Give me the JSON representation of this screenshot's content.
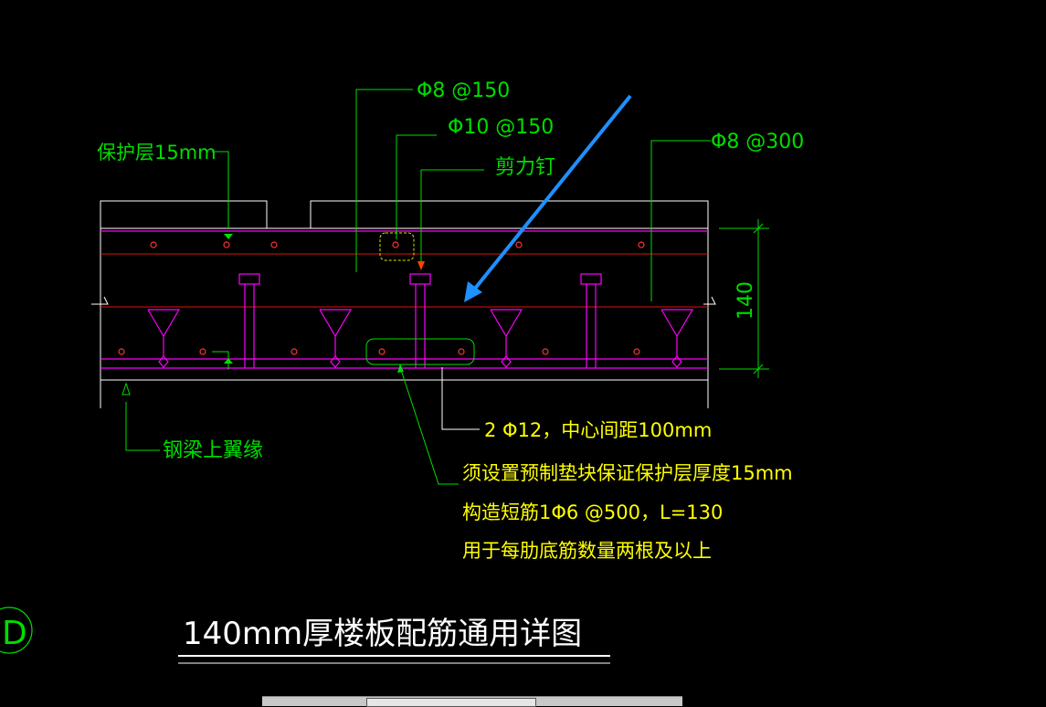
{
  "drawing": {
    "labels": {
      "top_rebar": "Φ8 @150",
      "mid_rebar": "Φ10 @150",
      "shear_stud": "剪力钉",
      "right_rebar": "Φ8 @300",
      "cover": "保护层15mm",
      "dimension": "140",
      "flange": "钢梁上翼缘",
      "rib_bars": "2 Φ12，中心间距100mm",
      "note1": "须设置预制垫块保证保护层厚度15mm",
      "note2": "构造短筋1Φ6 @500，L=130",
      "note3": "用于每肋底筋数量两根及以上",
      "title": "140mm厚楼板配筋通用详图",
      "section_mark": "D"
    },
    "colors": {
      "background": "#000000",
      "outline": "#ffffff",
      "rebar_line": "#e01010",
      "steel": "#ff00ff",
      "leader": "#00dd00",
      "note_text": "#ffff00",
      "arrow": "#1e90ff"
    }
  }
}
